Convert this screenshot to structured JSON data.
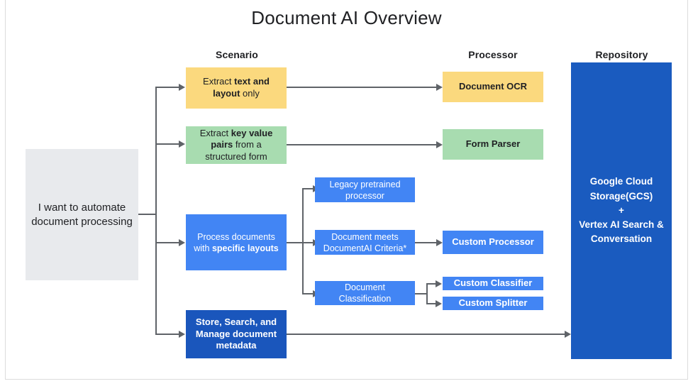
{
  "page": {
    "title": "Document AI Overview"
  },
  "columns": {
    "scenario": "Scenario",
    "processor": "Processor",
    "repository": "Repository"
  },
  "input": {
    "label": "I want to automate document processing"
  },
  "scenarios": [
    {
      "id": "extract-text-layout",
      "color": "#fbd97e",
      "text_parts": [
        "Extract ",
        "text and layout",
        " only"
      ]
    },
    {
      "id": "extract-key-value",
      "color": "#a8dcb0",
      "text_parts": [
        "Extract ",
        "key value pairs",
        " from a structured form"
      ]
    },
    {
      "id": "process-specific-layouts",
      "color": "#4285f4",
      "text_parts": [
        "Process documents with ",
        "specific layouts",
        ""
      ]
    },
    {
      "id": "store-search-manage",
      "color": "#1a56bc",
      "text_parts": [
        "Store, Search, and Manage",
        " document ",
        "metadata"
      ]
    }
  ],
  "criteria": [
    {
      "id": "legacy-pretrained",
      "label": "Legacy pretrained processor"
    },
    {
      "id": "documentai-criteria",
      "label": "Document meets DocumentAI Criteria*"
    },
    {
      "id": "document-classification",
      "label": "Document Classification"
    }
  ],
  "processors": [
    {
      "id": "document-ocr",
      "label": "Document OCR",
      "color": "#fbd97e"
    },
    {
      "id": "form-parser",
      "label": "Form Parser",
      "color": "#a8dcb0"
    },
    {
      "id": "custom-processor",
      "label": "Custom Processor",
      "color": "#4285f4"
    },
    {
      "id": "custom-classifier",
      "label": "Custom Classifier",
      "color": "#4285f4"
    },
    {
      "id": "custom-splitter",
      "label": "Custom Splitter",
      "color": "#4285f4"
    }
  ],
  "repository": {
    "line1": "Google Cloud",
    "line2": "Storage(GCS)",
    "line3": "+",
    "line4": "Vertex AI Search &",
    "line5": "Conversation"
  },
  "colors": {
    "yellow": "#fbd97e",
    "green": "#a8dcb0",
    "blue": "#4285f4",
    "dark_blue": "#1a56bc",
    "repo_blue": "#1a5bbf",
    "grey_box": "#e8eaed",
    "connector": "#5f6368",
    "text_dark": "#202124"
  }
}
